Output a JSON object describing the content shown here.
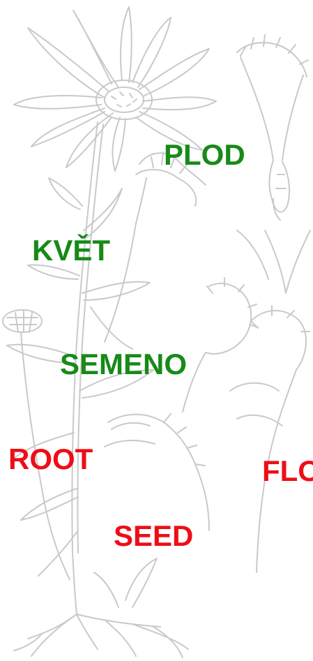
{
  "colors": {
    "czech_words": "#178a17",
    "english_words": "#ee0d17",
    "drawing_lines": "#c9c9c9"
  },
  "illustration": {
    "subject": "botanical-line-drawing-daisy"
  },
  "labels": {
    "czech": {
      "plod": "PLOD",
      "kvet": "KVĚT",
      "semeno": "SEMENO"
    },
    "english": {
      "root": "ROOT",
      "flower_cropped": "FLO",
      "seed": "SEED"
    }
  }
}
